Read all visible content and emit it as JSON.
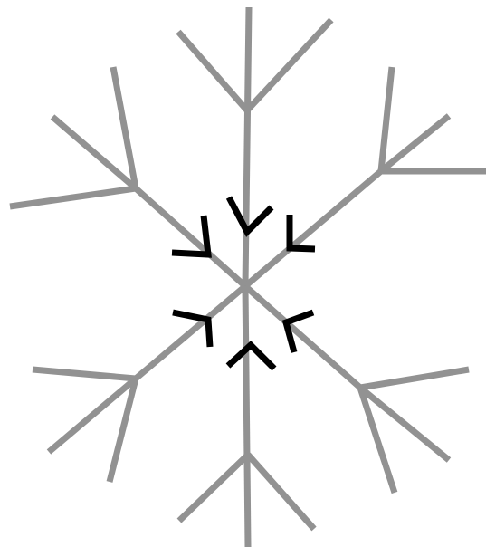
{
  "figure": {
    "kind": "snowflake",
    "arm_count": 6,
    "inner_chevron_count": 6,
    "colors": {
      "background": "#ffffff",
      "arm": "#929292",
      "chevron": "#000000"
    }
  }
}
